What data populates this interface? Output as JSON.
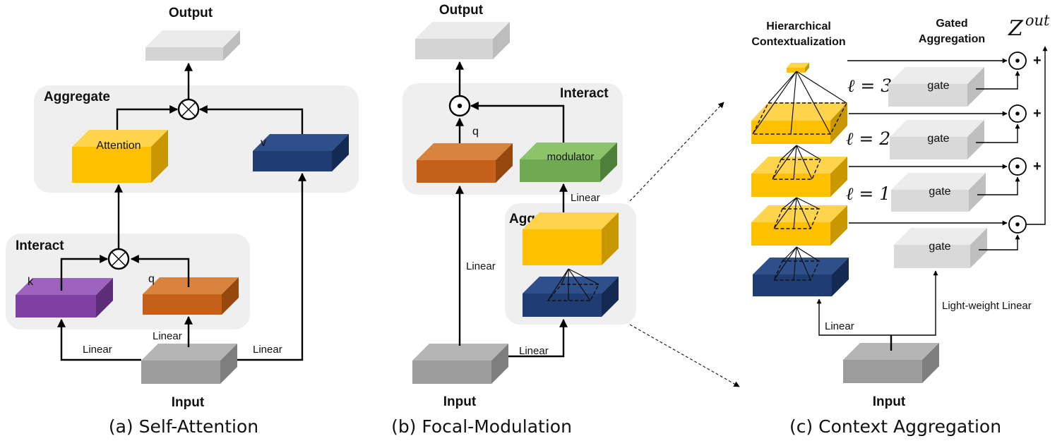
{
  "panels": {
    "a": {
      "caption": "(a) Self-Attention",
      "output": "Output",
      "input": "Input",
      "aggregate": "Aggregate",
      "interact": "Interact",
      "attention": "Attention",
      "v": "v",
      "k": "k",
      "q": "q",
      "linear_k": "Linear",
      "linear_q": "Linear",
      "linear_v": "Linear"
    },
    "b": {
      "caption": "(b) Focal-Modulation",
      "output": "Output",
      "input": "Input",
      "interact": "Interact",
      "aggregate": "Aggregate",
      "q": "q",
      "modulator": "modulator",
      "linear_modulator": "Linear",
      "linear_q": "Linear",
      "linear_aggregate": "Linear"
    },
    "c": {
      "caption": "(c) Context Aggregation",
      "hier_line1": "Hierarchical",
      "hier_line2": "Contextualization",
      "gated_line1": "Gated",
      "gated_line2": "Aggregation",
      "zout_base": "Z",
      "zout_sup": "out",
      "level3": "ℓ = 3",
      "level2": "ℓ = 2",
      "level1": "ℓ = 1",
      "gate": "gate",
      "plus": "+",
      "input": "Input",
      "linear": "Linear",
      "lightweight_linear": "Light-weight Linear"
    }
  },
  "colors": {
    "output_gray": "#d9d9d9",
    "input_gray": "#a6a6a6",
    "attention_yellow": "#ffc000",
    "value_navy": "#1f3c73",
    "key_purple": "#8e4fb0",
    "query_orange": "#cc6e2c",
    "modulator_green": "#7ab55c",
    "gate_light": "#dedede",
    "group_box": "#efefef"
  }
}
